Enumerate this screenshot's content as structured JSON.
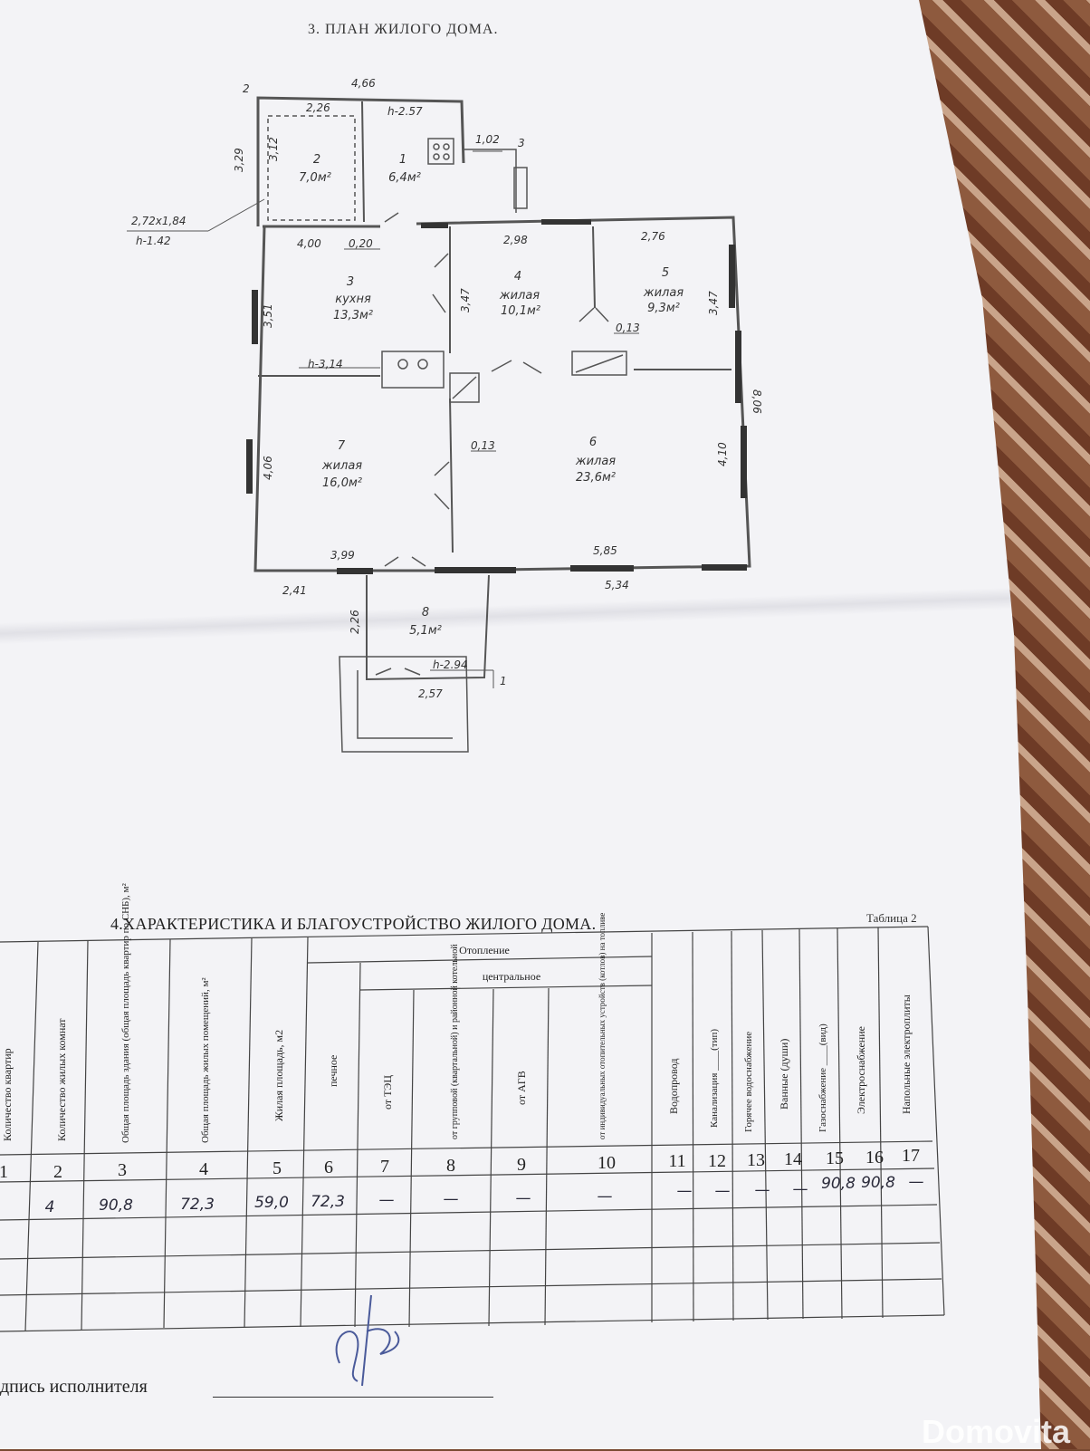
{
  "plan": {
    "title": "3. ПЛАН  ЖИЛОГО ДОМА.",
    "rooms": [
      {
        "num": "1",
        "area": "6,4м²"
      },
      {
        "num": "2",
        "area": "7,0м²"
      },
      {
        "num": "3",
        "name": "кухня",
        "area": "13,3м²"
      },
      {
        "num": "4",
        "name": "жилая",
        "area": "10,1м²"
      },
      {
        "num": "5",
        "name": "жилая",
        "area": "9,3м²"
      },
      {
        "num": "6",
        "name": "жилая",
        "area": "23,6м²"
      },
      {
        "num": "7",
        "name": "жилая",
        "area": "16,0м²"
      },
      {
        "num": "8",
        "area": "5,1м²"
      }
    ],
    "dimensions": [
      "4,66",
      "2,26",
      "h-2.57",
      "2",
      "3,29",
      "3,12",
      "1,02",
      "3",
      "2,72x1,84",
      "h-1.42",
      "4,00",
      "0,20",
      "2,98",
      "2,76",
      "3,51",
      "3,47",
      "3,47",
      "0,13",
      "h-3,14",
      "8,06",
      "4,06",
      "0,13",
      "4,10",
      "3,99",
      "5,85",
      "2,41",
      "5,34",
      "2,26",
      "h-2.94",
      "1",
      "2,57"
    ]
  },
  "section": {
    "title": "4.ХАРАКТЕРИСТИКА И БЛАГОУСТРОЙСТВО ЖИЛОГО ДОМА.",
    "table_label": "Таблица 2"
  },
  "table": {
    "group_heating": "Отопление",
    "group_central": "центральное",
    "headers": [
      "Количество квартир",
      "Количество жилых комнат",
      "Общая площадь здания (общая площадь квартир по СНБ), м²",
      "Общая площадь жилых помещений, м²",
      "Жилая площадь, м2",
      "печное",
      "от ТЭЦ",
      "от групповой (квартальной) и районной котельной",
      "от АГВ",
      "от индивидуальных отопительных устройств (котлов) на топливе",
      "Водопровод",
      "Канализация ____(тип)",
      "Горячее водоснабжение",
      "Ванные (души)",
      "Газоснабжение ____(вид)",
      "Электроснабжение",
      "Напольные электроплиты"
    ],
    "numbers": [
      "1",
      "2",
      "3",
      "4",
      "5",
      "6",
      "7",
      "8",
      "9",
      "10",
      "11",
      "12",
      "13",
      "14",
      "15",
      "16",
      "17"
    ],
    "values": [
      "",
      "4",
      "90,8",
      "72,3",
      "59,0",
      "72,3",
      "—",
      "—",
      "—",
      "—",
      "—",
      "—",
      "—",
      "—",
      "90,8",
      "90,8",
      "—"
    ]
  },
  "signature": {
    "label": "дпись исполнителя"
  },
  "watermark": "Domovita"
}
